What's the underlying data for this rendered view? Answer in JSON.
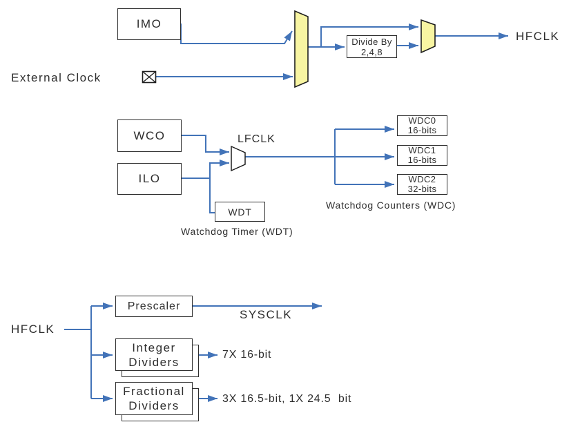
{
  "colors": {
    "line_blue": "#4273B8",
    "mux_yellow": "#F8F5A2",
    "box_border": "#2E2E2E",
    "text": "#2E2E2E"
  },
  "top": {
    "imo_label": "IMO",
    "external_clock_label": "External Clock",
    "divide_by_line1": "Divide By",
    "divide_by_line2": "2,4,8",
    "hfclk_label": "HFCLK"
  },
  "middle": {
    "wco_label": "WCO",
    "ilo_label": "ILO",
    "lfclk_label": "LFCLK",
    "wdt_label": "WDT",
    "wdt_caption": "Watchdog Timer (WDT)",
    "wdc_caption": "Watchdog Counters (WDC)",
    "counters": [
      {
        "name": "WDC0",
        "bits": "16-bits"
      },
      {
        "name": "WDC1",
        "bits": "16-bits"
      },
      {
        "name": "WDC2",
        "bits": "32-bits"
      }
    ]
  },
  "bottom": {
    "hfclk_label": "HFCLK",
    "prescaler_label": "Prescaler",
    "sysclk_label": "SYSCLK",
    "integer_line1": "Integer",
    "integer_line2": "Dividers",
    "integer_output": "7X 16-bit",
    "fractional_line1": "Fractional",
    "fractional_line2": "Dividers",
    "fractional_output": "3X 16.5-bit, 1X 24.5  bit"
  }
}
